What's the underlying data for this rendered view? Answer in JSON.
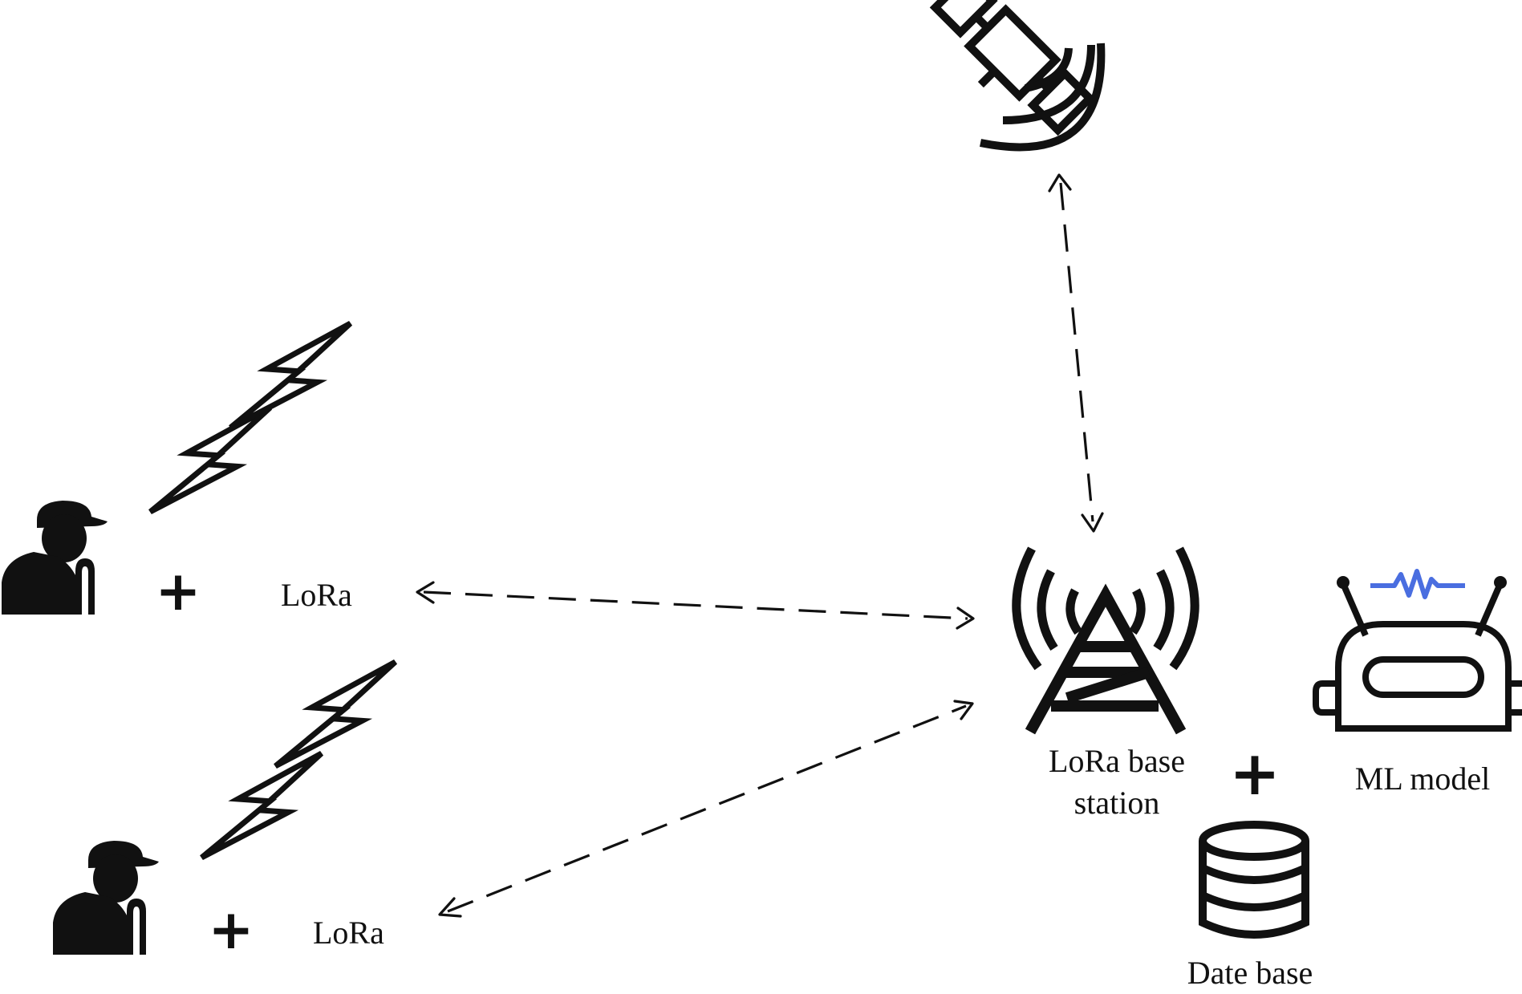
{
  "nodes": {
    "lora_1": "LoRa",
    "lora_2": "LoRa",
    "base_station": {
      "line1": "LoRa base",
      "line2": "station"
    },
    "database": "Date base",
    "ml_model": "ML model",
    "plus_1": "+",
    "plus_2": "+",
    "plus_3": "+"
  },
  "colors": {
    "ink": "#111111",
    "signal_wave": "#4a6ee0"
  },
  "icons": [
    "elderly-person-icon",
    "lightning-bolt-icon",
    "satellite-icon",
    "radio-tower-icon",
    "database-icon",
    "robot-icon"
  ]
}
